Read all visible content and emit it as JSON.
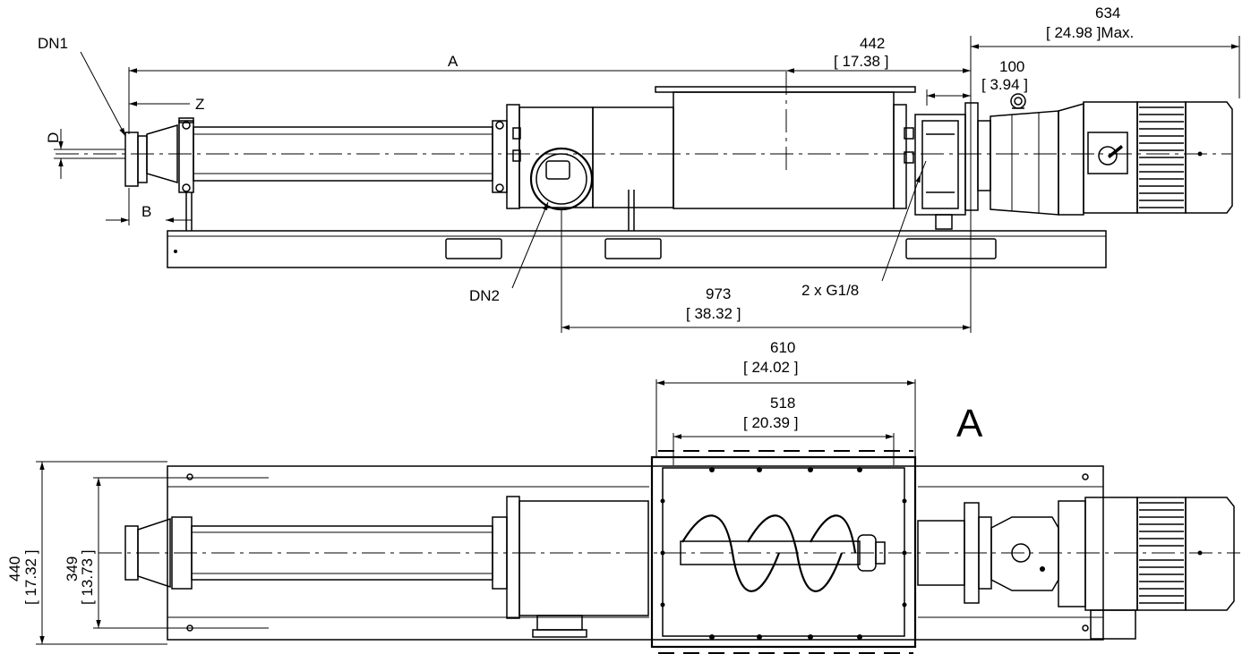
{
  "labels": {
    "dn1": "DN1",
    "dn2": "DN2",
    "a": "A",
    "z": "Z",
    "b": "B",
    "d": "D",
    "g18": "2 x G1/8",
    "view": "A"
  },
  "dimensions": {
    "d634_mm": "634",
    "d634_in": "[ 24.98 ]Max.",
    "d442_mm": "442",
    "d442_in": "[ 17.38 ]",
    "d100_mm": "100",
    "d100_in": "[ 3.94 ]",
    "d973_mm": "973",
    "d973_in": "[ 38.32 ]",
    "d610_mm": "610",
    "d610_in": "[ 24.02 ]",
    "d518_mm": "518",
    "d518_in": "[ 20.39 ]",
    "d440_mm": "440",
    "d440_in": "[ 17.32 ]",
    "d349_mm": "349",
    "d349_in": "[ 13.73 ]"
  }
}
